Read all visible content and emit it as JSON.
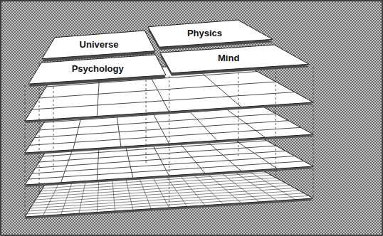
{
  "diagram": {
    "nodes": [
      {
        "text": [
          "Universe"
        ]
      },
      {
        "text": [
          "Physics"
        ]
      },
      {
        "text": [
          "Psychology"
        ]
      },
      {
        "text": [
          "Mind"
        ]
      }
    ]
  }
}
